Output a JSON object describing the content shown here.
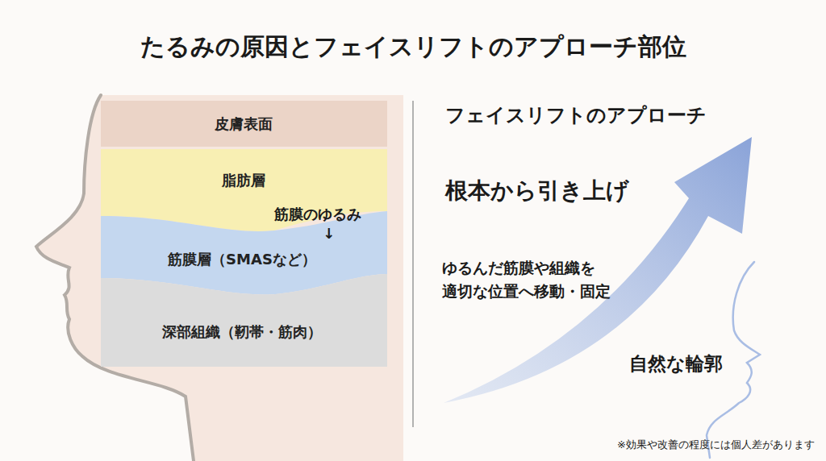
{
  "diagram": {
    "title": "たるみの原因とフェイスリフトのアプローチ部位",
    "nodes": [
      {
        "text": [
          "皮膚表面"
        ]
      },
      {
        "text": [
          "脂肪層"
        ]
      },
      {
        "text": [
          "筋膜層（SMASなど）"
        ]
      },
      {
        "text": [
          "深部組織（靭帯・筋肉）"
        ]
      }
    ],
    "labels": [
      "筋膜のゆるみ",
      "↓",
      "フェイスリフトのアプローチ",
      "根本から引き上げ",
      "ゆるんだ筋膜や組織を 適切な位置へ移動・固定",
      "自然な輪郭",
      "※効果や改善の程度には個人差があります"
    ]
  }
}
